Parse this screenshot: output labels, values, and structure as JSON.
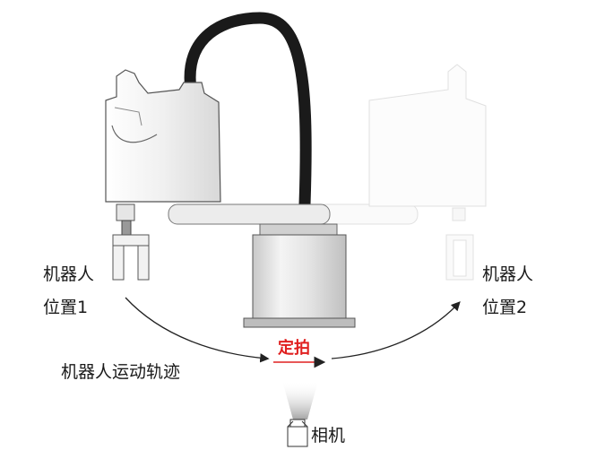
{
  "labels": {
    "robot_pos1_line1": "机器人",
    "robot_pos1_line2": "位置1",
    "robot_pos2_line1": "机器人",
    "robot_pos2_line2": "位置2",
    "trajectory": "机器人运动轨迹",
    "capture": "定拍",
    "camera": "相机"
  },
  "colors": {
    "capture_text": "#e02020",
    "cable": "#1a1a1a",
    "robot_body": "#f2f2f2",
    "robot_outline": "#555555",
    "ghost_outline": "#cccccc",
    "base": "#dcdcdc"
  }
}
